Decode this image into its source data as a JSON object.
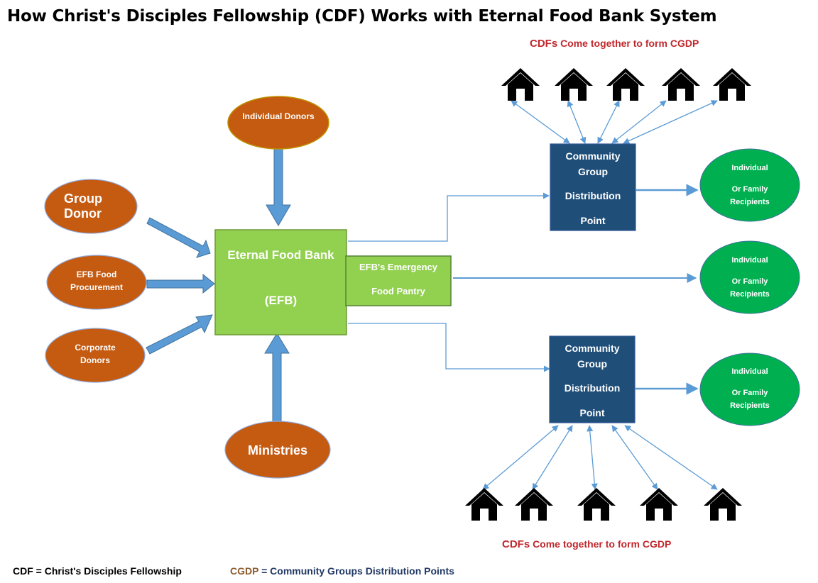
{
  "title": "How Christ's Disciples Fellowship (CDF) Works with Eternal Food Bank System",
  "top_note": {
    "prefix": "CDFs",
    "text": "Come together to form CGDP"
  },
  "bottom_note": {
    "prefix": "CDFs",
    "text": "Come together to form CGDP"
  },
  "donors": {
    "individual": "Individual Donors",
    "group": "Group Donor",
    "procurement": "EFB Food Procurement",
    "corporate": "Corporate Donors",
    "ministries": "Ministries"
  },
  "efb": {
    "name": "Eternal Food Bank",
    "abbr": "(EFB)"
  },
  "pantry": {
    "line1": "EFB's Emergency",
    "line2": "Food Pantry"
  },
  "cgdp_top": {
    "line1": "Community",
    "line2": "Group",
    "line3": "Distribution",
    "line4": "Point"
  },
  "cgdp_bottom": {
    "line1": "Community",
    "line2": "Group",
    "line3": "Distribution",
    "line4": "Point"
  },
  "recipients": [
    {
      "line1": "Individual",
      "line2": "Or Family",
      "line3": "Recipients"
    },
    {
      "line1": "Individual",
      "line2": "Or Family",
      "line3": "Recipients"
    },
    {
      "line1": "Individual",
      "line2": "Or Family",
      "line3": "Recipients"
    }
  ],
  "legend": {
    "cdf": "CDF = Christ's Disciples Fellowship",
    "cgdp_abbr": "CGDP",
    "cgdp_text": "= Community Groups Distribution Points"
  },
  "colors": {
    "donor_orange": "#c55a11",
    "efb_green": "#92d050",
    "cgdp_navy": "#1f4e79",
    "recipient_green": "#00b050",
    "arrow_blue": "#5b9bd5"
  },
  "icons": {
    "house": "house-icon"
  }
}
